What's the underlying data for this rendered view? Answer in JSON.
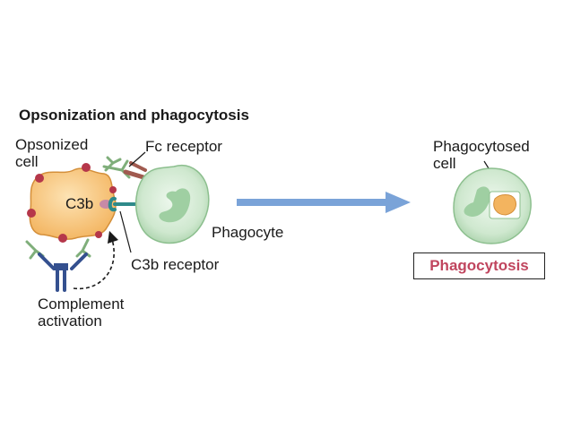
{
  "title": "Opsonization and phagocytosis",
  "labels": {
    "opsonized_cell": [
      "Opsonized",
      "cell"
    ],
    "fc_receptor": "Fc receptor",
    "c3b": "C3b",
    "phagocyte": "Phagocyte",
    "c3b_receptor": "C3b receptor",
    "complement_activation": [
      "Complement",
      "activation"
    ],
    "phagocytosed_cell": [
      "Phagocytosed",
      "cell"
    ]
  },
  "result": "Phagocytosis",
  "colors": {
    "opsonized_cell_fill": "#f7c47a",
    "opsonized_cell_stroke": "#d48f3a",
    "phagocyte_fill": "#cfe8cf",
    "phagocyte_nucleus": "#9fcfa2",
    "antibody_blue": "#34508f",
    "antigen_green": "#7fae7a",
    "fc_receptor_brown": "#a05a4f",
    "c3b_pink": "#c78aa6",
    "c3b_receptor_teal": "#2e8a8a",
    "arrow_blue": "#7aa3d8",
    "result_text": "#c0455e"
  }
}
